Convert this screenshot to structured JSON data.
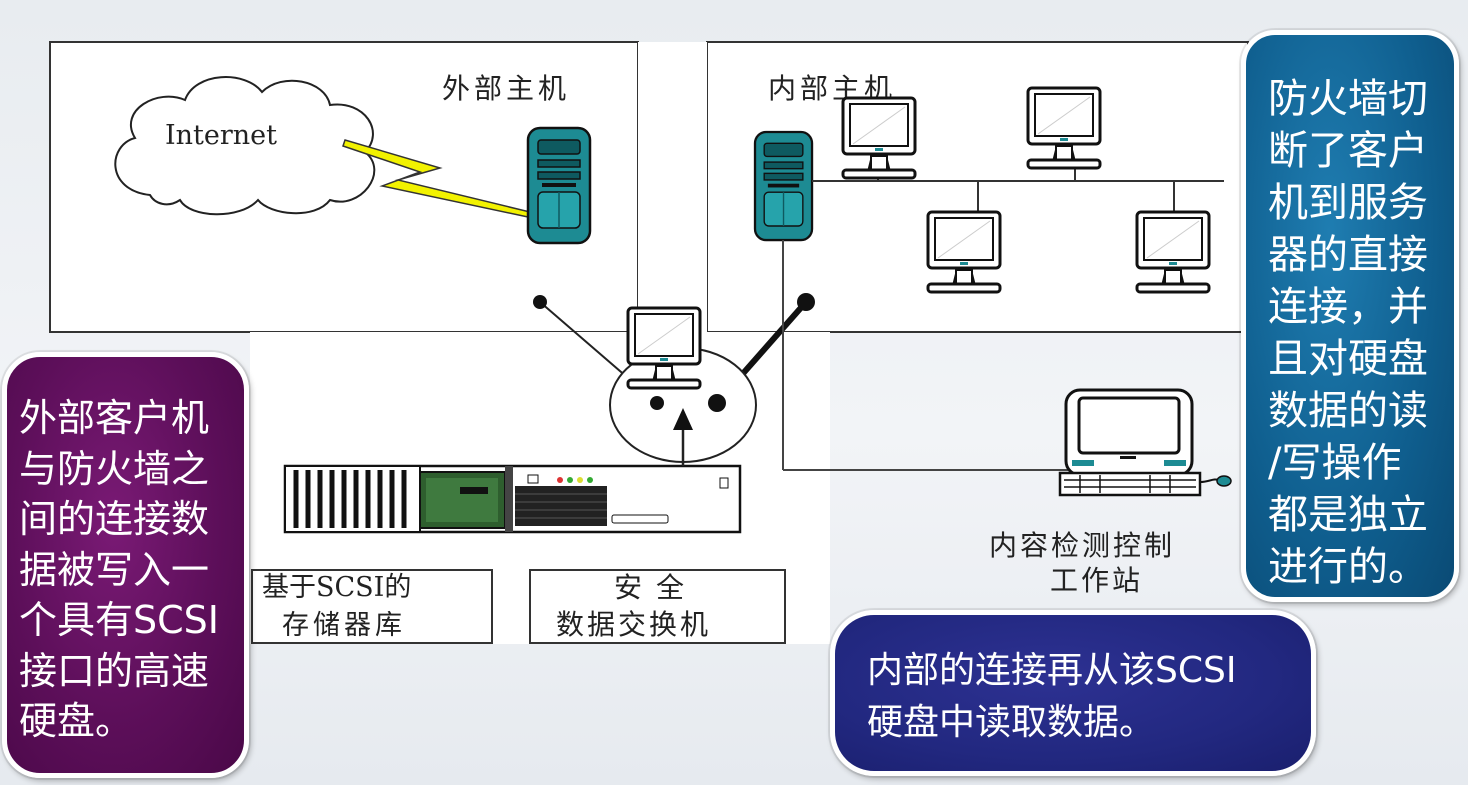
{
  "diagram": {
    "labels": {
      "internet": "Internet",
      "external_host": "外部主机",
      "internal_host": "内部主机",
      "storage_line1": "基于SCSI的",
      "storage_line2": "存储器库",
      "switch_line1": "安全",
      "switch_line2": "数据交换机",
      "workstation_line1": "内容检测控制",
      "workstation_line2": "工作站"
    }
  },
  "callouts": {
    "right": [
      "防火墙切",
      "断了客户",
      "机到服务",
      "器的直接",
      "连接，并",
      "且对硬盘",
      "数据的读",
      "/写操作",
      "都是独立",
      "进行的。"
    ],
    "left": [
      "外部客户机",
      "与防火墙之",
      "间的连接数",
      "据被写入一",
      "个具有SCSI",
      "接口的高速",
      "硬盘。"
    ],
    "bottom": [
      "内部的连接再从该SCSI",
      "硬盘中读取数据。"
    ]
  },
  "colors": {
    "right_callout": "#0f5e8e",
    "left_callout": "#5d0f5a",
    "bottom_callout": "#222880",
    "server_teal": "#1f8f96",
    "lightning": "#f2f200"
  },
  "icons": {
    "cloud": "cloud-icon",
    "lightning": "lightning-icon",
    "server": "server-tower-icon",
    "monitor": "lcd-monitor-icon",
    "switch": "switch-dial-icon",
    "storage": "rack-storage-icon",
    "workstation": "crt-workstation-icon"
  }
}
